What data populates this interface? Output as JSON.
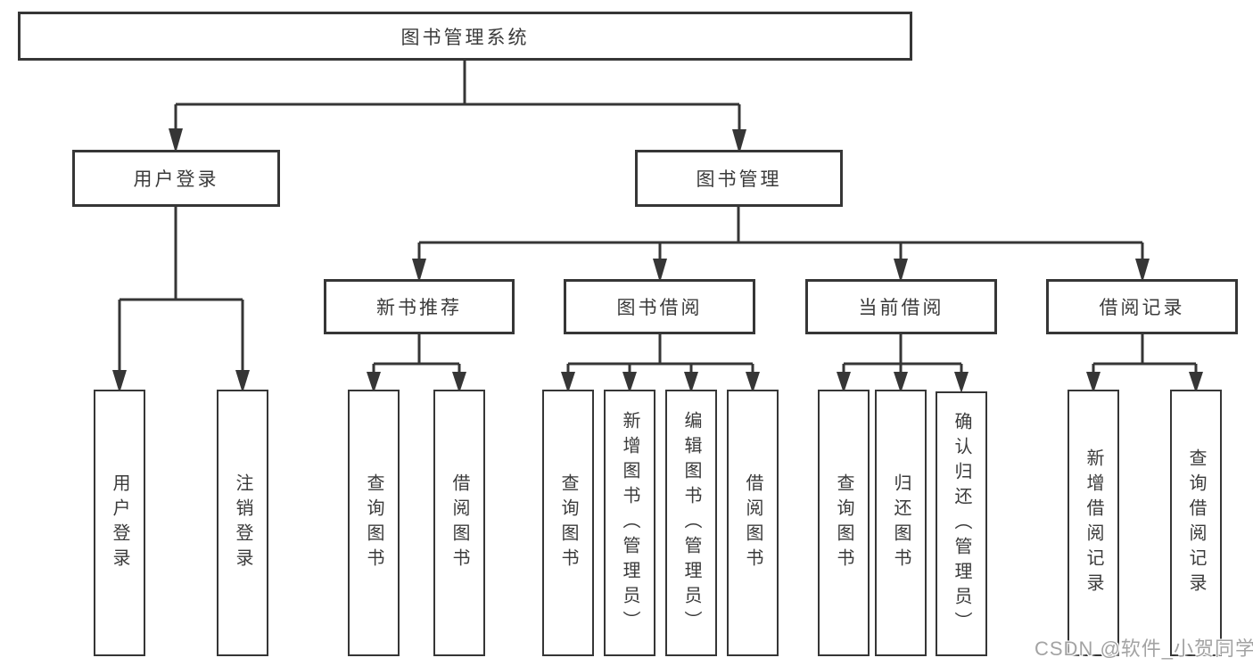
{
  "tree": {
    "root": "图书管理系统",
    "level2": [
      "用户登录",
      "图书管理"
    ],
    "level3": [
      "新书推荐",
      "图书借阅",
      "当前借阅",
      "借阅记录"
    ],
    "leaves": {
      "user_login": [
        "用户登录",
        "注销登录"
      ],
      "new_books": [
        "查询图书",
        "借阅图书"
      ],
      "book_borrow": [
        "查询图书",
        "新增图书（管理员）",
        "编辑图书（管理员）",
        "借阅图书"
      ],
      "current_borrow": [
        "查询图书",
        "归还图书",
        "确认归还（管理员）"
      ],
      "borrow_records": [
        "新增借阅记录",
        "查询借阅记录"
      ]
    }
  },
  "watermark": "CSDN @软件_小贺同学",
  "colors": {
    "line": "#363636",
    "box_border": "#363636",
    "box_fill": "#ffffff",
    "text": "#3b3b3b",
    "watermark": "#a3a3a3"
  }
}
